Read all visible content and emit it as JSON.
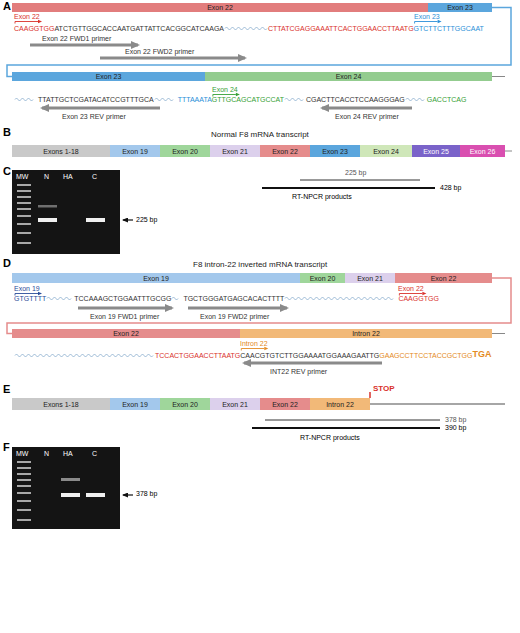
{
  "diagram": {
    "nodes": [
      {
        "text": [
          "Exon 22"
        ]
      },
      {
        "text": [
          "Exon 23"
        ]
      },
      {
        "text": [
          "Exon 23"
        ]
      },
      {
        "text": [
          "Exon 24"
        ]
      },
      {
        "text": [
          "Exons 1-18"
        ]
      },
      {
        "text": [
          "Exon 19"
        ]
      },
      {
        "text": [
          "Exon 20"
        ]
      },
      {
        "text": [
          "Exon 21"
        ]
      },
      {
        "text": [
          "Exon 22"
        ]
      },
      {
        "text": [
          "Exon 23"
        ]
      },
      {
        "text": [
          "Exon 24"
        ]
      },
      {
        "text": [
          "Exon 25"
        ]
      },
      {
        "text": [
          "Exon 26"
        ]
      },
      {
        "text": [
          "Exon 19"
        ]
      },
      {
        "text": [
          "Exon 20"
        ]
      },
      {
        "text": [
          "Exon 21"
        ]
      },
      {
        "text": [
          "Exon 22"
        ]
      },
      {
        "text": [
          "Exon 22"
        ]
      },
      {
        "text": [
          "Intron 22"
        ]
      },
      {
        "text": [
          "Exons 1-18"
        ]
      },
      {
        "text": [
          "Exon 19"
        ]
      },
      {
        "text": [
          "Exon 20"
        ]
      },
      {
        "text": [
          "Exon 21"
        ]
      },
      {
        "text": [
          "Exon 22"
        ]
      },
      {
        "text": [
          "Intron 22"
        ]
      }
    ],
    "edges": [
      {
        "from": 1,
        "to": 2,
        "arrow": "none"
      },
      {
        "from": 16,
        "to": 17,
        "arrow": "none"
      }
    ],
    "labels": [
      "A",
      "Exon 22",
      "CAAGGTGG",
      "ATCTGTTGGCACCAATGATTATTCACGGCATCAAGA",
      "CTTATCGAGGAAATTCACTGGAACCTTAATG",
      "GTCTTCTTTGGCAAT",
      "Exon 23",
      "Exon 22 FWD1 primer",
      "Exon 22 FWD2 primer",
      "TTATTGCTCGATACATCCGTTTGCA",
      "TTTAAATA",
      "GTTGCAGCATGCCAT",
      "Exon 24",
      "CGACTTCACCTCCAAGGGAG",
      "GACCTCAG",
      "Exon 23 REV primer",
      "Exon 24 REV primer",
      "B",
      "Normal F8 mRNA transcript",
      "C",
      "MW",
      "N",
      "HA",
      "C",
      "225 bp",
      "225 bp",
      "428 bp",
      "RT-NPCR products",
      "D",
      "F8 intron-22 inverted mRNA transcript",
      "Exon 19",
      "GTGTTTT",
      "TCCAAAGCTGGAATTTGCGG",
      "TGCTGGGATGAGCACACTTTT",
      "Exon 19 FWD1 primer",
      "Exon 19 FWD2 primer",
      "Exon 22",
      "CAAGGTGG",
      "TCCACTGGAACCTTAATG",
      "CAACGTGTCTTGGAAAATGGAAAGAATTG",
      "GAAGCCTTCCTACCGCTGG",
      "TGA",
      "Intron 22",
      "INT22 REV primer",
      "E",
      "STOP",
      "378 bp",
      "390 bp",
      "RT-NPCR products",
      "F",
      "MW",
      "N",
      "HA",
      "C",
      "378 bp"
    ]
  }
}
